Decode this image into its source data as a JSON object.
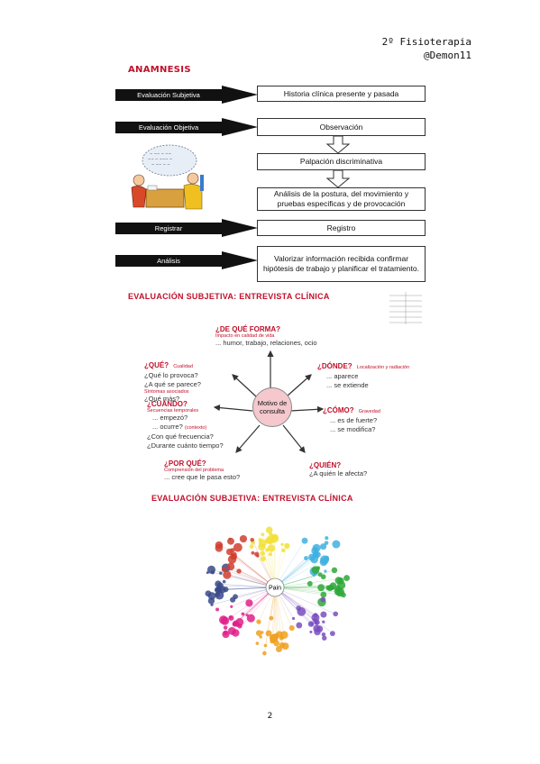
{
  "header": {
    "line1": "2º Fisioterapia",
    "line2": "@Demon11"
  },
  "anamnesis": {
    "title": "ANAMNESIS",
    "rows": [
      {
        "label": "Evaluación Subjetiva",
        "box": "Historia clínica presente y pasada"
      },
      {
        "label": "Evaluación Objetiva",
        "box": "Observación"
      },
      {
        "label": "",
        "box": "Palpación discriminativa"
      },
      {
        "label": "",
        "box": "Análisis de la postura, del movimiento y pruebas especificas y de provocación"
      },
      {
        "label": "Registrar",
        "box": "Registro"
      },
      {
        "label": "Análisis",
        "box": "Valorizar información recibida confirmar hipótesis de trabajo y planificar el tratamiento."
      }
    ]
  },
  "entrevista": {
    "title": "EVALUACIÓN SUBJETIVA: ENTREVISTA CLÍNICA",
    "center": "Motivo de consulta",
    "forma": {
      "q": "¿DE QUÉ FORMA?",
      "sub": "Impacto en calidad de vida",
      "lines": [
        "... humor, trabajo, relaciones, ocio"
      ]
    },
    "que": {
      "q": "¿QUÉ?",
      "qtag": "Cualidad",
      "lines": [
        "¿Qué lo provoca?",
        "¿A qué se parece?"
      ],
      "sub": "Síntomas asociados",
      "lines2": [
        "¿Qué más?"
      ]
    },
    "donde": {
      "q": "¿DÓNDE?",
      "qtag": "Localización y radiación",
      "lines": [
        "... aparece",
        "... se extiende"
      ]
    },
    "cuando": {
      "q": "¿CUÁNDO?",
      "sub": "Secuencias temporales",
      "lines": [
        "... empezó?",
        "... ocurre?",
        "¿Con qué frecuencia?",
        "¿Durante cuánto tiempo?"
      ],
      "ctx": "(contexto)"
    },
    "como": {
      "q": "¿CÓMO?",
      "qtag": "Gravedad",
      "lines": [
        "... es de fuerte?",
        "... se modifica?"
      ]
    },
    "porque": {
      "q": "¿POR QUÉ?",
      "sub": "Comprensión del problema",
      "lines": [
        "... cree que le pasa esto?"
      ]
    },
    "quien": {
      "q": "¿QUIÉN?",
      "lines": [
        "¿A quién le afecta?"
      ]
    }
  },
  "network": {
    "title": "EVALUACIÓN SUBJETIVA: ENTREVISTA CLÍNICA",
    "center": "Pain",
    "clusters": [
      {
        "color": "#f2e03a"
      },
      {
        "color": "#3fb0e0"
      },
      {
        "color": "#2fa83a"
      },
      {
        "color": "#7a4fc0"
      },
      {
        "color": "#f0a020"
      },
      {
        "color": "#e0208a"
      },
      {
        "color": "#3a4a8a"
      },
      {
        "color": "#d04030"
      }
    ]
  },
  "page_number": "2"
}
